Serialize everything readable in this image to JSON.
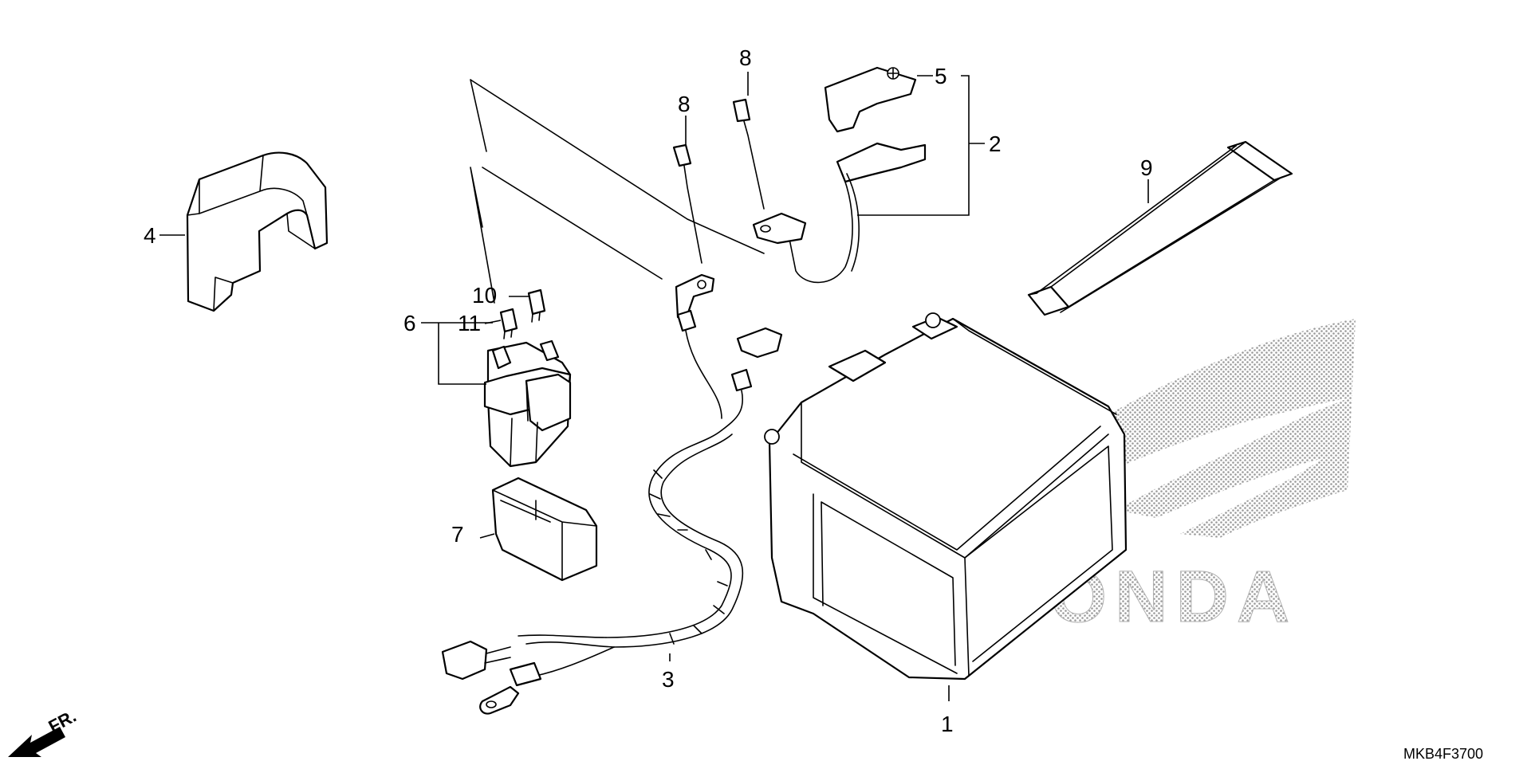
{
  "callouts": {
    "c1": "1",
    "c2": "2",
    "c3": "3",
    "c4": "4",
    "c5": "5",
    "c6": "6",
    "c7": "7",
    "c8a": "8",
    "c8b": "8",
    "c9": "9",
    "c10": "10",
    "c11": "11"
  },
  "front_marker": "FR.",
  "diagram_code": "MKB4F3700",
  "watermark": "HONDA"
}
